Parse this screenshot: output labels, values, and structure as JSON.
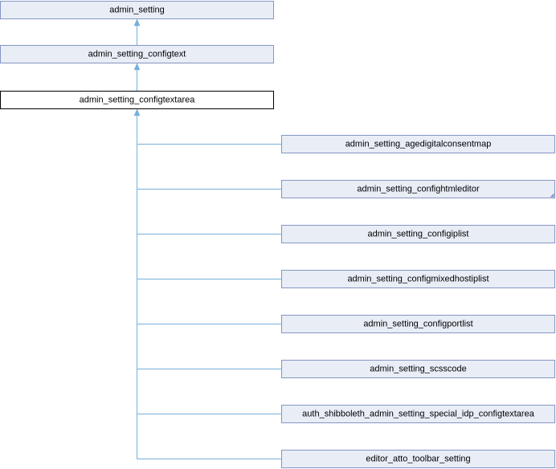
{
  "diagram": {
    "ancestors": [
      {
        "id": "n0",
        "label": "admin_setting"
      },
      {
        "id": "n1",
        "label": "admin_setting_configtext"
      }
    ],
    "current": {
      "id": "n2",
      "label": "admin_setting_configtextarea"
    },
    "children": [
      {
        "id": "c0",
        "label": "admin_setting_agedigitalconsentmap",
        "has_more": false
      },
      {
        "id": "c1",
        "label": "admin_setting_confightmleditor",
        "has_more": true
      },
      {
        "id": "c2",
        "label": "admin_setting_configiplist",
        "has_more": false
      },
      {
        "id": "c3",
        "label": "admin_setting_configmixedhostiplist",
        "has_more": false
      },
      {
        "id": "c4",
        "label": "admin_setting_configportlist",
        "has_more": false
      },
      {
        "id": "c5",
        "label": "admin_setting_scsscode",
        "has_more": false
      },
      {
        "id": "c6",
        "label": "auth_shibboleth_admin_setting_special_idp_configtextarea",
        "has_more": false
      },
      {
        "id": "c7",
        "label": "editor_atto_toolbar_setting",
        "has_more": false
      }
    ],
    "colors": {
      "node_fill": "#e8edf6",
      "node_border": "#8496c4",
      "current_fill": "#ffffff",
      "current_border": "#000000",
      "edge": "#74b0dc"
    }
  }
}
